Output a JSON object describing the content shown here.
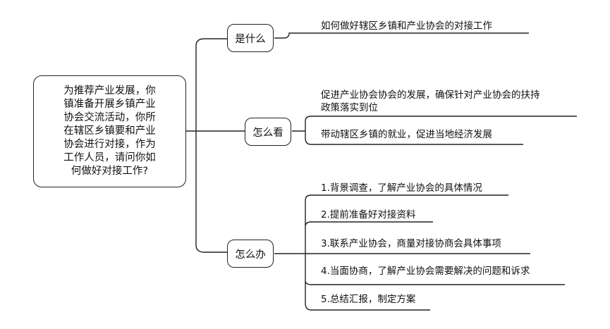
{
  "root": {
    "lines": [
      "为推荐产业发展，你",
      "镇准备开展乡镇产业",
      "协会交流活动，你所",
      "在辖区乡镇要和产业",
      "协会进行对接，作为",
      "工作人员，请问你如",
      "何做好对接工作?"
    ]
  },
  "branches": [
    {
      "label": "是什么",
      "items": [
        "如何做好辖区乡镇和产业协会的对接工作"
      ]
    },
    {
      "label": "怎么看",
      "items": [
        "促进产业协会协会的发展，确保针对产业协会的扶持政策落实到位",
        "带动辖区乡镇的就业，促进当地经济发展"
      ],
      "item_lines": [
        [
          "促进产业协会协会的发展，确保针对产业协会的扶持",
          "政策落实到位"
        ],
        [
          "带动辖区乡镇的就业，促进当地经济发展"
        ]
      ]
    },
    {
      "label": "怎么办",
      "items": [
        "1.背景调查，了解产业协会的具体情况",
        "2.提前准备好对接资料",
        "3.联系产业协会，商量对接协商会具体事项",
        "4.当面协商，了解产业协会需要解决的问题和诉求",
        "5.总结汇报，制定方案"
      ]
    }
  ]
}
